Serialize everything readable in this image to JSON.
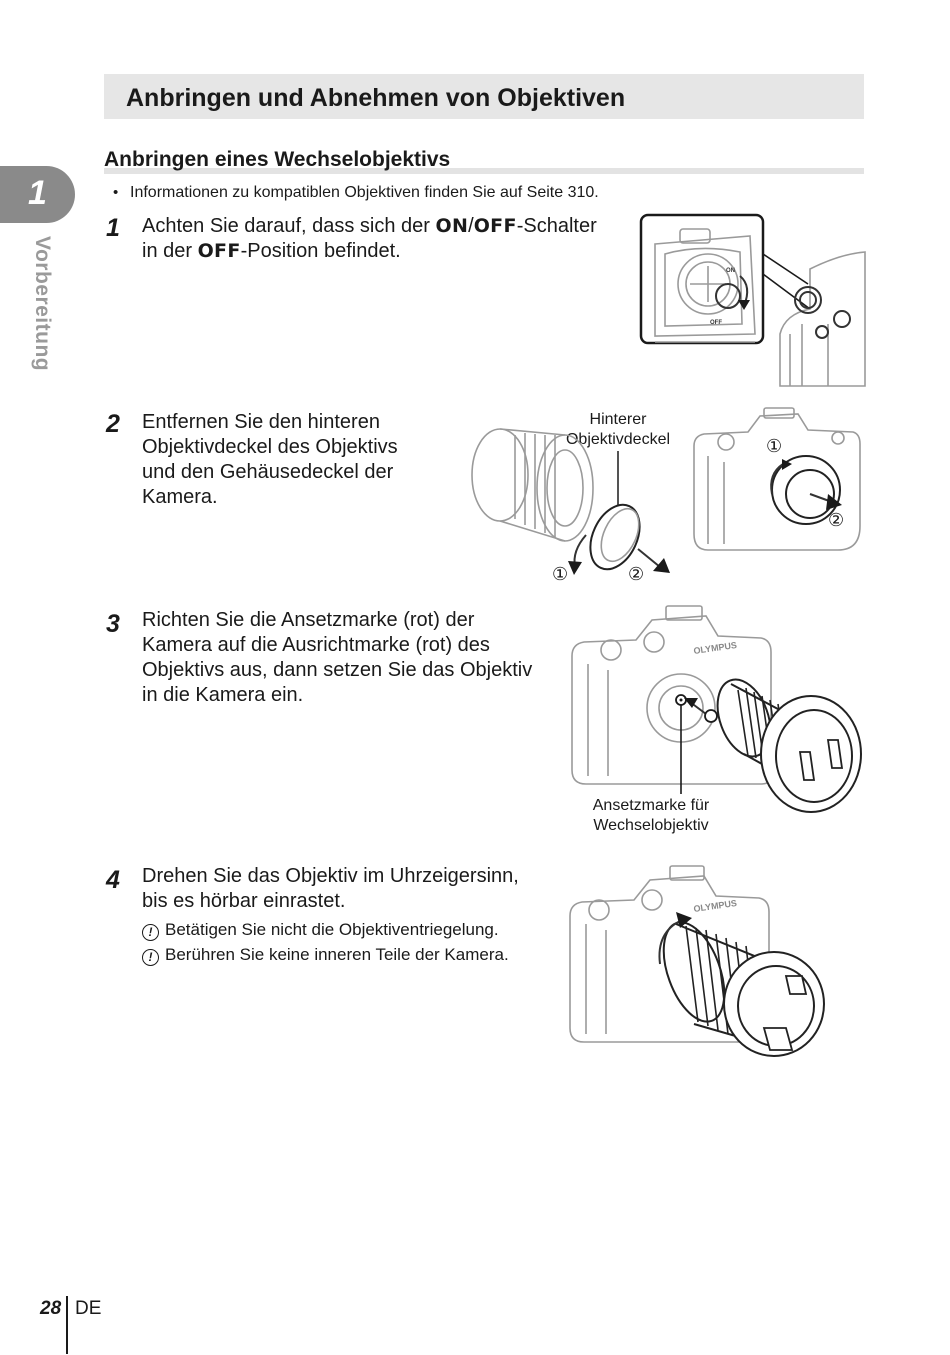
{
  "header": {
    "title": "Anbringen und Abnehmen von Objektiven"
  },
  "section": {
    "title": "Anbringen eines Wechselobjektivs",
    "bullet": "Informationen zu kompatiblen Objektiven finden Sie auf Seite 310."
  },
  "chapter": {
    "number": "1",
    "label": "Vorbereitung"
  },
  "steps": [
    {
      "number": "1",
      "line1_a": "Achten Sie darauf, dass sich der ",
      "kw_on": "ON",
      "slash": "/",
      "kw_off": "OFF",
      "line1_b": "-Schalter",
      "line2_a": "in der ",
      "kw_off2": "OFF",
      "line2_b": "-Position befindet.",
      "switch_on": "ON",
      "switch_off": "OFF"
    },
    {
      "number": "2",
      "lines": [
        "Entfernen Sie den hinteren",
        "Objektivdeckel des Objektivs",
        "und den Gehäusedeckel der",
        "Kamera."
      ],
      "caption": [
        "Hinterer",
        "Objektivdeckel"
      ],
      "marker1": "①",
      "marker2": "②"
    },
    {
      "number": "3",
      "lines": [
        "Richten Sie die Ansetzmarke (rot) der",
        "Kamera auf die Ausrichtmarke (rot) des",
        "Objektivs aus, dann setzen Sie das Objektiv",
        "in die Kamera ein."
      ],
      "caption": [
        "Ansetzmarke für",
        "Wechselobjektiv"
      ],
      "brand": "OLYMPUS"
    },
    {
      "number": "4",
      "lines": [
        "Drehen Sie das Objektiv im Uhrzeigersinn,",
        "bis es hörbar einrastet."
      ],
      "notes": [
        "Betätigen Sie nicht die Objektiventriegelung.",
        "Berühren Sie keine inneren Teile der Kamera."
      ],
      "note_icon": "!",
      "brand": "OLYMPUS"
    }
  ],
  "footer": {
    "page": "28",
    "lang": "DE"
  }
}
